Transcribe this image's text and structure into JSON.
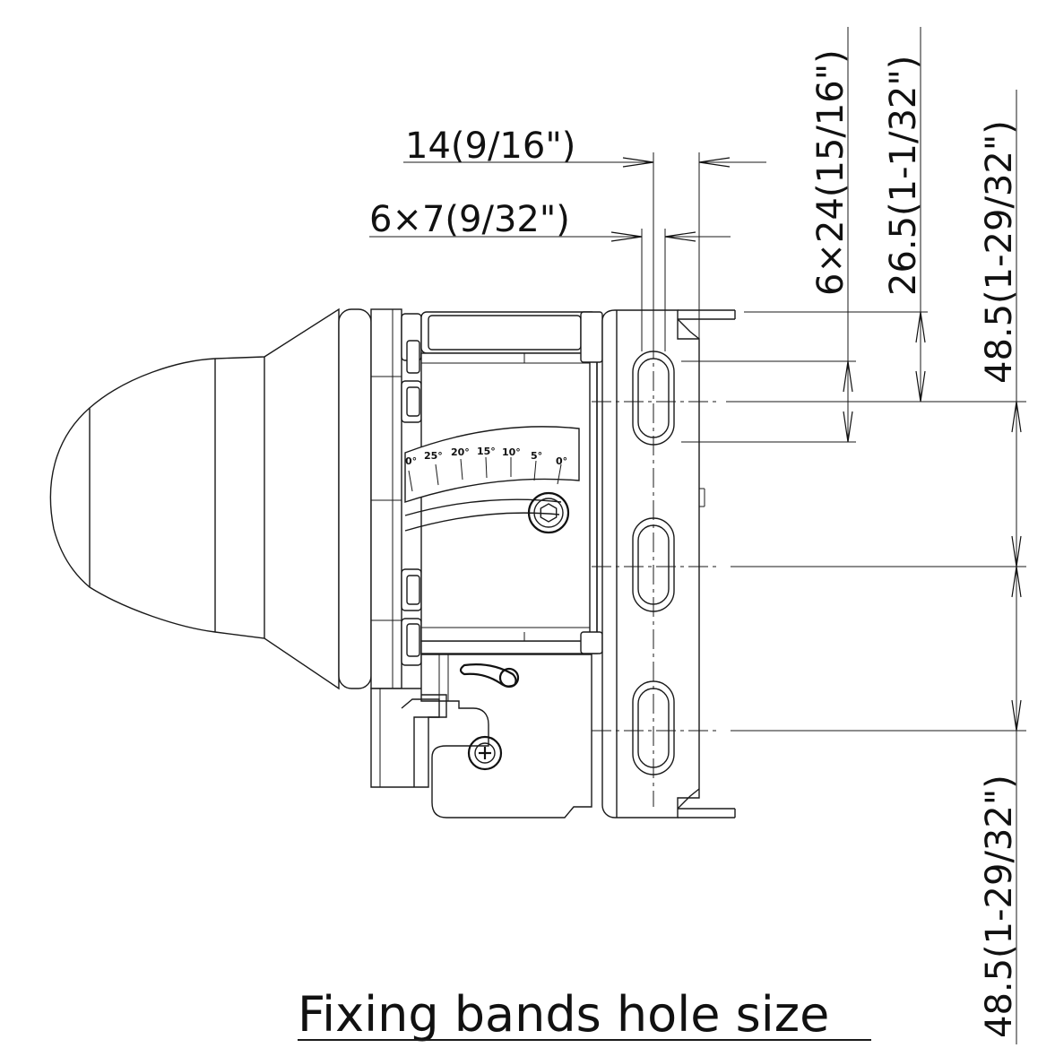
{
  "title": "Fixing bands hole size",
  "dimensions": {
    "pitch_width": "14(9/16\")",
    "slot_width": "6×7(9/32\")",
    "slot_length": "6×24(15/16\")",
    "top_offset": "26.5(1-1/32\")",
    "pitch_upper": "48.5(1-29/32\")",
    "pitch_lower": "48.5(1-29/32\")"
  },
  "tilt_scale": {
    "labels": [
      "0°",
      "25°",
      "20°",
      "15°",
      "10°",
      "5°",
      "0°"
    ]
  },
  "colors": {
    "line": "#1a1a1a",
    "background": "#ffffff"
  }
}
